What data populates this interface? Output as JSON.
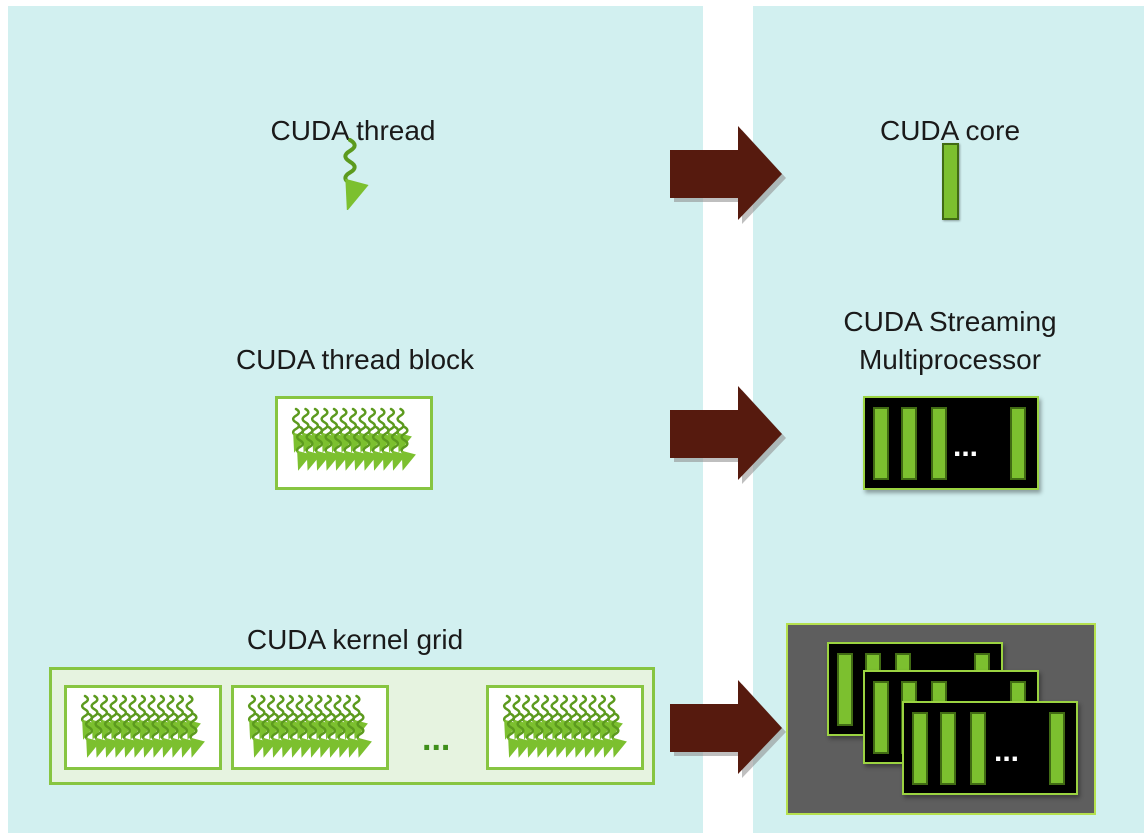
{
  "colors": {
    "panel_bg": "#d2f0f0",
    "thread_green": "#7cc02f",
    "thread_stroke": "#5c9a1e",
    "arrow_fill": "#561a0e",
    "sm_fill": "#000000",
    "gpu_fill": "#5e5e5e"
  },
  "left": {
    "thread": {
      "label": "CUDA thread"
    },
    "block": {
      "label": "CUDA thread block"
    },
    "grid": {
      "label": "CUDA kernel grid",
      "ellipsis": "..."
    }
  },
  "right": {
    "core": {
      "label": "CUDA core"
    },
    "sm": {
      "label_line1": "CUDA Streaming",
      "label_line2": "Multiprocessor",
      "ellipsis": "..."
    },
    "gpu": {
      "ellipsis": "..."
    }
  }
}
